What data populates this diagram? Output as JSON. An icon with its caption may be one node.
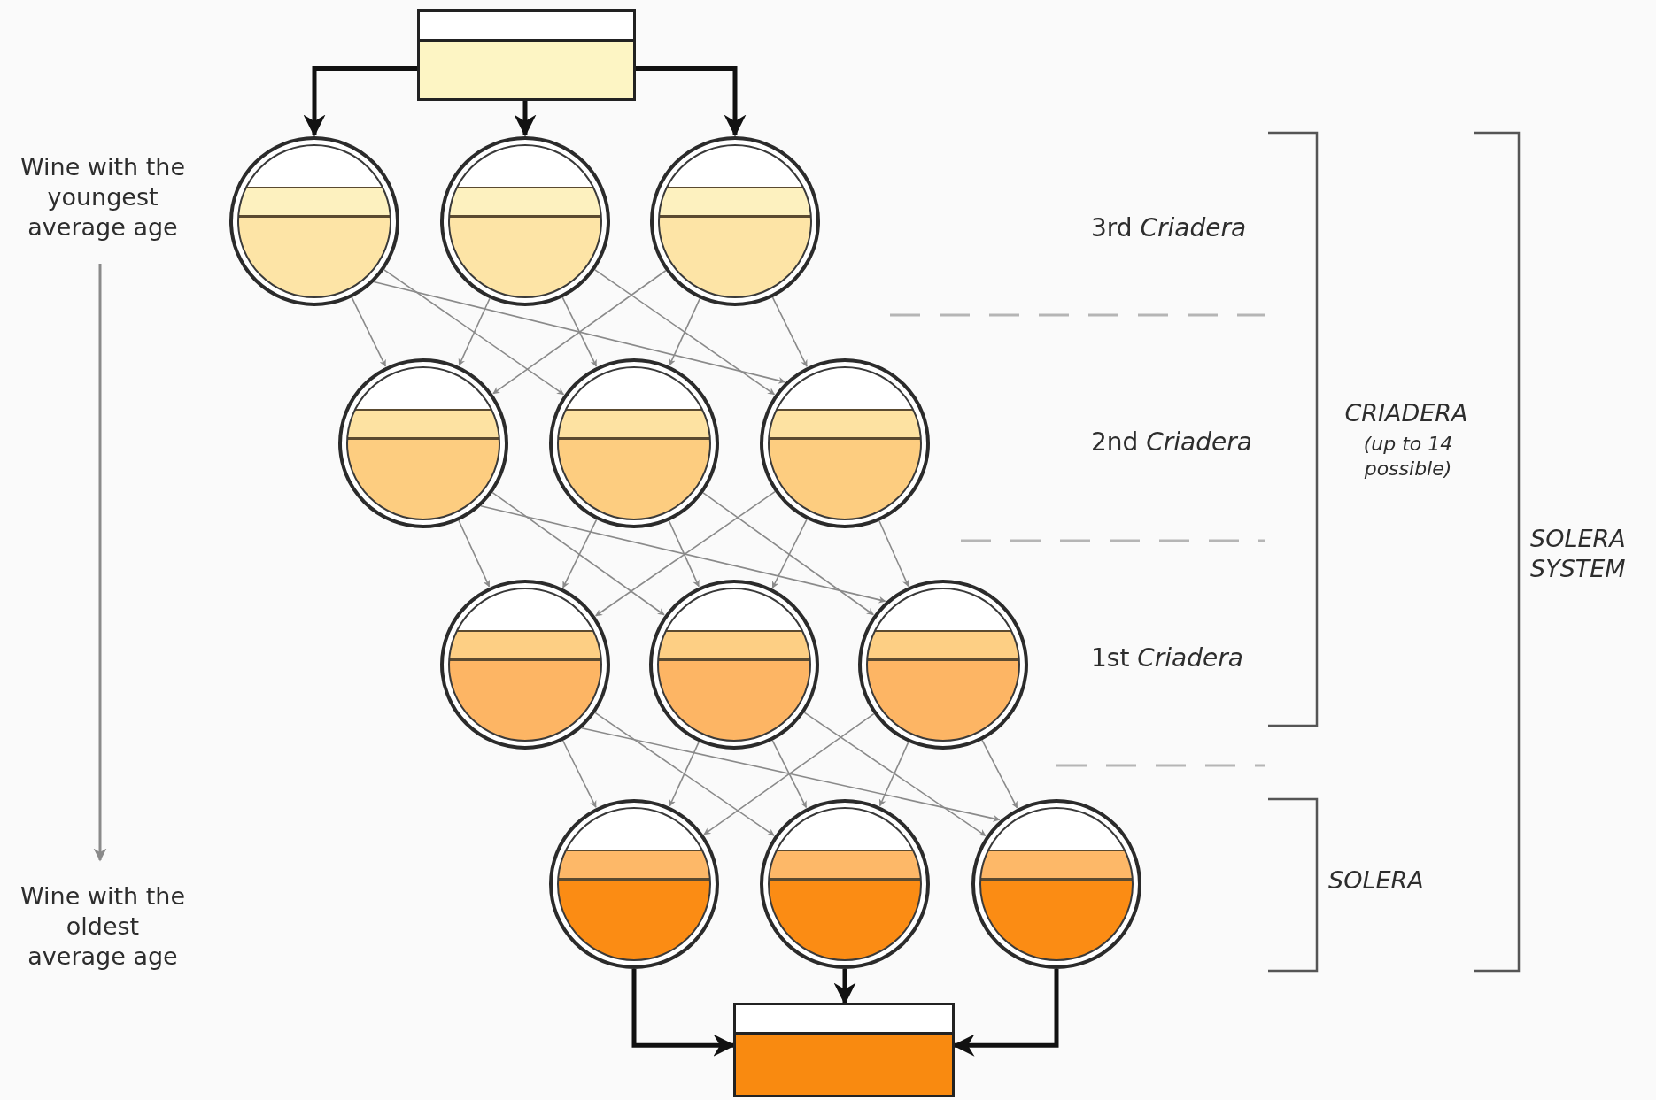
{
  "diagram": {
    "nodes": [
      {
        "text": [],
        "shape": "box"
      },
      {
        "text": [],
        "shape": "circle"
      },
      {
        "text": [],
        "shape": "circle"
      },
      {
        "text": [],
        "shape": "circle"
      },
      {
        "text": [],
        "shape": "circle"
      },
      {
        "text": [],
        "shape": "circle"
      },
      {
        "text": [],
        "shape": "circle"
      },
      {
        "text": [],
        "shape": "circle"
      },
      {
        "text": [],
        "shape": "circle"
      },
      {
        "text": [],
        "shape": "circle"
      },
      {
        "text": [],
        "shape": "circle"
      },
      {
        "text": [],
        "shape": "circle"
      },
      {
        "text": [],
        "shape": "circle"
      },
      {
        "text": [],
        "shape": "box"
      }
    ],
    "edges": [
      {
        "from": 0,
        "to": 1,
        "arrow": "to",
        "style": "thick",
        "color": "#111111"
      },
      {
        "from": 0,
        "to": 2,
        "arrow": "to",
        "style": "thick",
        "color": "#111111"
      },
      {
        "from": 0,
        "to": 3,
        "arrow": "to",
        "style": "thick",
        "color": "#111111"
      },
      {
        "from": 1,
        "to": 4,
        "arrow": "to"
      },
      {
        "from": 1,
        "to": 5,
        "arrow": "to"
      },
      {
        "from": 1,
        "to": 6,
        "arrow": "to"
      },
      {
        "from": 2,
        "to": 4,
        "arrow": "to"
      },
      {
        "from": 2,
        "to": 5,
        "arrow": "to"
      },
      {
        "from": 2,
        "to": 6,
        "arrow": "to"
      },
      {
        "from": 3,
        "to": 4,
        "arrow": "to"
      },
      {
        "from": 3,
        "to": 5,
        "arrow": "to"
      },
      {
        "from": 3,
        "to": 6,
        "arrow": "to"
      },
      {
        "from": 4,
        "to": 7,
        "arrow": "to"
      },
      {
        "from": 4,
        "to": 8,
        "arrow": "to"
      },
      {
        "from": 4,
        "to": 9,
        "arrow": "to"
      },
      {
        "from": 5,
        "to": 7,
        "arrow": "to"
      },
      {
        "from": 5,
        "to": 8,
        "arrow": "to"
      },
      {
        "from": 5,
        "to": 9,
        "arrow": "to"
      },
      {
        "from": 6,
        "to": 7,
        "arrow": "to"
      },
      {
        "from": 6,
        "to": 8,
        "arrow": "to"
      },
      {
        "from": 6,
        "to": 9,
        "arrow": "to"
      },
      {
        "from": 7,
        "to": 10,
        "arrow": "to"
      },
      {
        "from": 7,
        "to": 11,
        "arrow": "to"
      },
      {
        "from": 7,
        "to": 12,
        "arrow": "to"
      },
      {
        "from": 8,
        "to": 10,
        "arrow": "to"
      },
      {
        "from": 8,
        "to": 11,
        "arrow": "to"
      },
      {
        "from": 8,
        "to": 12,
        "arrow": "to"
      },
      {
        "from": 9,
        "to": 10,
        "arrow": "to"
      },
      {
        "from": 9,
        "to": 11,
        "arrow": "to"
      },
      {
        "from": 9,
        "to": 12,
        "arrow": "to"
      },
      {
        "from": 10,
        "to": 13,
        "arrow": "to",
        "style": "thick",
        "color": "#111111"
      },
      {
        "from": 11,
        "to": 13,
        "arrow": "to",
        "style": "thick",
        "color": "#111111"
      },
      {
        "from": 12,
        "to": 13,
        "arrow": "to",
        "style": "thick",
        "color": "#111111"
      }
    ],
    "labels": [
      "Wine with the youngest average age",
      "3rd *Criadera*",
      "CRIADERA",
      "(up to 14 possible)",
      "2nd *Criadera*",
      "SOLERA SYSTEM",
      "1st *Criadera*",
      "Wine with the oldest average age",
      "SOLERA"
    ]
  }
}
